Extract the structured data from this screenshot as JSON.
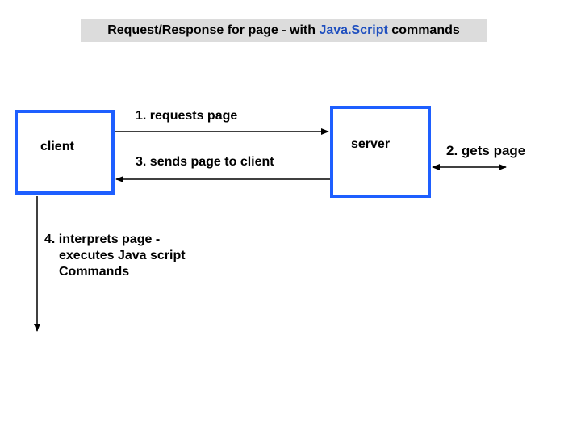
{
  "title": {
    "prefix": "Request/Response for page - with ",
    "highlight": "Java.Script",
    "suffix": " commands",
    "highlight_color": "#1f4fbf"
  },
  "nodes": {
    "client": "client",
    "server": "server"
  },
  "edges": {
    "request": "1. requests page",
    "gets": "2. gets page",
    "sends": "3. sends page to client",
    "interprets": {
      "line1": "4. interprets page -",
      "line2": "executes Java script",
      "line3": "Commands"
    }
  },
  "colors": {
    "box_border": "#1e5fff",
    "title_background": "#dcdcdc"
  }
}
